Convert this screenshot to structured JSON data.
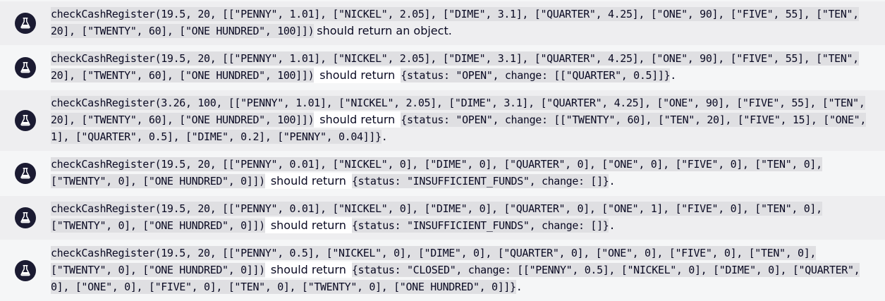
{
  "icon": "flask-icon",
  "tests": [
    {
      "call": "checkCashRegister(19.5, 20, [[\"PENNY\", 1.01], [\"NICKEL\", 2.05], [\"DIME\", 3.1], [\"QUARTER\", 4.25], [\"ONE\", 90], [\"FIVE\", 55], [\"TEN\", 20], [\"TWENTY\", 60], [\"ONE HUNDRED\", 100]])",
      "phrase": "should return an object.",
      "expected": "",
      "end": ""
    },
    {
      "call": "checkCashRegister(19.5, 20, [[\"PENNY\", 1.01], [\"NICKEL\", 2.05], [\"DIME\", 3.1], [\"QUARTER\", 4.25], [\"ONE\", 90], [\"FIVE\", 55], [\"TEN\", 20], [\"TWENTY\", 60], [\"ONE HUNDRED\", 100]])",
      "phrase": "should return",
      "expected": "{status: \"OPEN\", change: [[\"QUARTER\", 0.5]]}",
      "end": "."
    },
    {
      "call": "checkCashRegister(3.26, 100, [[\"PENNY\", 1.01], [\"NICKEL\", 2.05], [\"DIME\", 3.1], [\"QUARTER\", 4.25], [\"ONE\", 90], [\"FIVE\", 55], [\"TEN\", 20], [\"TWENTY\", 60], [\"ONE HUNDRED\", 100]])",
      "phrase": "should return",
      "expected": "{status: \"OPEN\", change: [[\"TWENTY\", 60], [\"TEN\", 20], [\"FIVE\", 15], [\"ONE\", 1], [\"QUARTER\", 0.5], [\"DIME\", 0.2], [\"PENNY\", 0.04]]}",
      "end": "."
    },
    {
      "call": "checkCashRegister(19.5, 20, [[\"PENNY\", 0.01], [\"NICKEL\", 0], [\"DIME\", 0], [\"QUARTER\", 0], [\"ONE\", 0], [\"FIVE\", 0], [\"TEN\", 0], [\"TWENTY\", 0], [\"ONE HUNDRED\", 0]])",
      "phrase": "should return",
      "expected": "{status: \"INSUFFICIENT_FUNDS\", change: []}",
      "end": "."
    },
    {
      "call": "checkCashRegister(19.5, 20, [[\"PENNY\", 0.01], [\"NICKEL\", 0], [\"DIME\", 0], [\"QUARTER\", 0], [\"ONE\", 1], [\"FIVE\", 0], [\"TEN\", 0], [\"TWENTY\", 0], [\"ONE HUNDRED\", 0]])",
      "phrase": "should return",
      "expected": "{status: \"INSUFFICIENT_FUNDS\", change: []}",
      "end": "."
    },
    {
      "call": "checkCashRegister(19.5, 20, [[\"PENNY\", 0.5], [\"NICKEL\", 0], [\"DIME\", 0], [\"QUARTER\", 0], [\"ONE\", 0], [\"FIVE\", 0], [\"TEN\", 0], [\"TWENTY\", 0], [\"ONE HUNDRED\", 0]])",
      "phrase": "should return",
      "expected": "{status: \"CLOSED\", change: [[\"PENNY\", 0.5], [\"NICKEL\", 0], [\"DIME\", 0], [\"QUARTER\", 0], [\"ONE\", 0], [\"FIVE\", 0], [\"TEN\", 0], [\"TWENTY\", 0], [\"ONE HUNDRED\", 0]]}",
      "end": "."
    }
  ]
}
